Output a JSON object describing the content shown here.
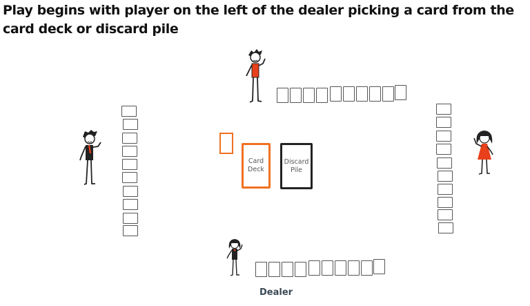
{
  "title": "Play begins with player on the left of the dealer picking a card from the card deck or discard pile",
  "center": {
    "card_deck_label_line1": "Card",
    "card_deck_label_line2": "Deck",
    "discard_pile_label_line1": "Discard",
    "discard_pile_label_line2": "Pile"
  },
  "dealer_label": "Dealer",
  "colors": {
    "accent": "#f07020",
    "card_outline": "#555555",
    "text": "#111111"
  },
  "players": [
    {
      "position": "top",
      "figure": "boy-red-shirt",
      "cards": 10
    },
    {
      "position": "left",
      "figure": "man-black-vest",
      "cards": 10
    },
    {
      "position": "right",
      "figure": "girl-red-dress",
      "cards": 10
    },
    {
      "position": "bottom",
      "figure": "dealer-woman",
      "cards": 10
    }
  ]
}
